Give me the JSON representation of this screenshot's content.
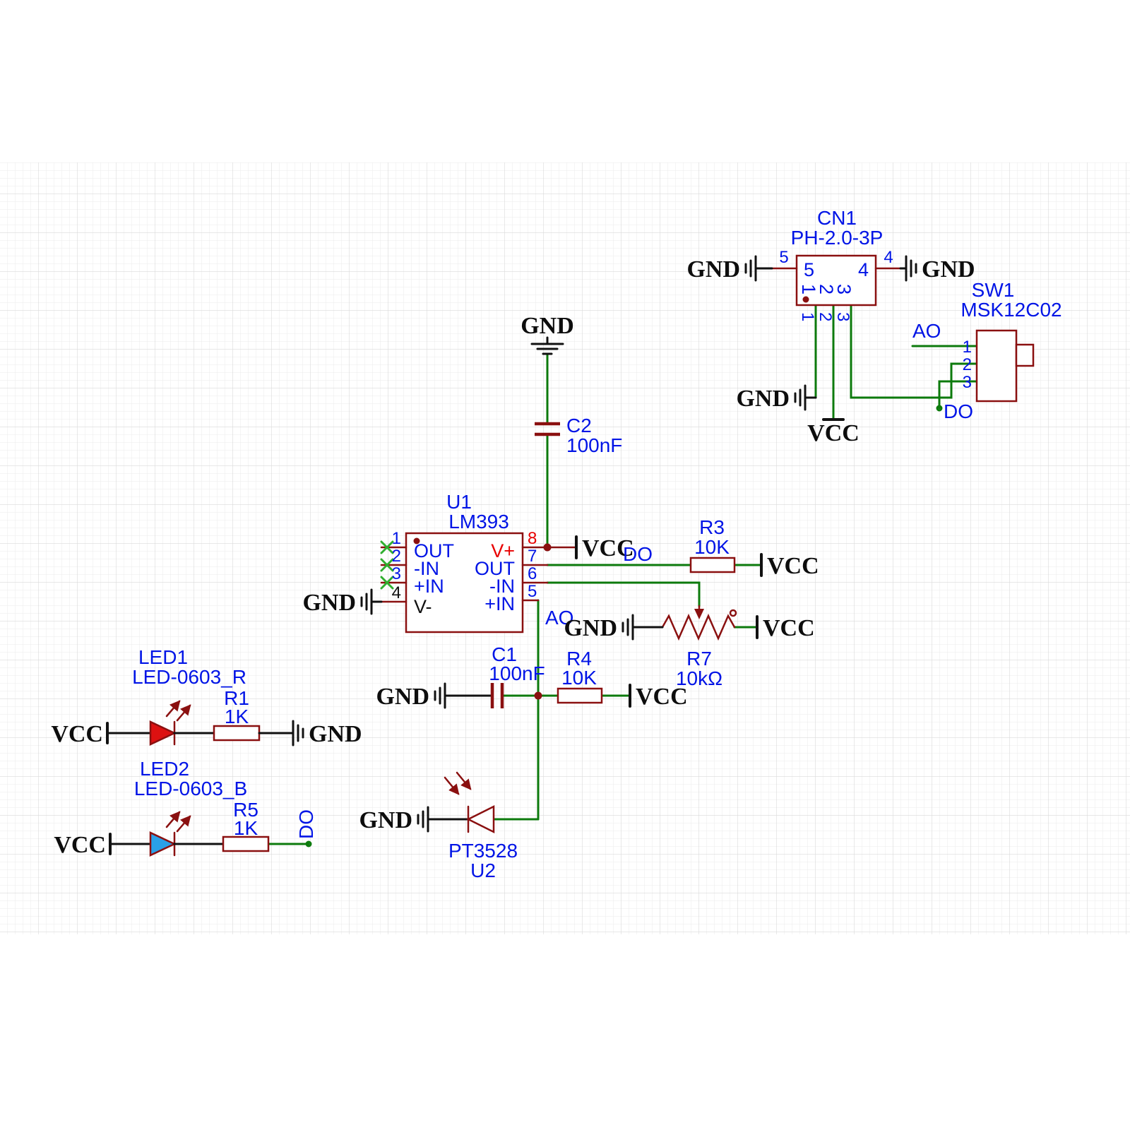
{
  "nets": {
    "gnd": "GND",
    "vcc": "VCC",
    "ao": "AO",
    "do": "DO"
  },
  "components": {
    "cn1": {
      "ref": "CN1",
      "value": "PH-2.0-3P",
      "pins": {
        "n1": "1",
        "n2": "2",
        "n3": "3",
        "n4": "4",
        "n5": "5"
      }
    },
    "sw1": {
      "ref": "SW1",
      "value": "MSK12C02",
      "pins": {
        "n1": "1",
        "n2": "2",
        "n3": "3"
      }
    },
    "u1": {
      "ref": "U1",
      "value": "LM393",
      "pins": {
        "n1": "1",
        "n2": "2",
        "n3": "3",
        "n4": "4",
        "n5": "5",
        "n6": "6",
        "n7": "7",
        "n8": "8"
      },
      "labels": {
        "out_l": "OUT",
        "nin_l": "-IN",
        "pin_l": "+IN",
        "vminus": "V-",
        "vplus": "V+",
        "out_r": "OUT",
        "nin_r": "-IN",
        "pin_r": "+IN"
      }
    },
    "u2": {
      "ref": "U2",
      "value": "PT3528"
    },
    "c1": {
      "ref": "C1",
      "value": "100nF"
    },
    "c2": {
      "ref": "C2",
      "value": "100nF"
    },
    "r1": {
      "ref": "R1",
      "value": "1K"
    },
    "r3": {
      "ref": "R3",
      "value": "10K"
    },
    "r4": {
      "ref": "R4",
      "value": "10K"
    },
    "r5": {
      "ref": "R5",
      "value": "1K"
    },
    "r7": {
      "ref": "R7",
      "value": "10kΩ"
    },
    "led1": {
      "ref": "LED1",
      "value": "LED-0603_R"
    },
    "led2": {
      "ref": "LED2",
      "value": "LED-0603_B"
    }
  }
}
